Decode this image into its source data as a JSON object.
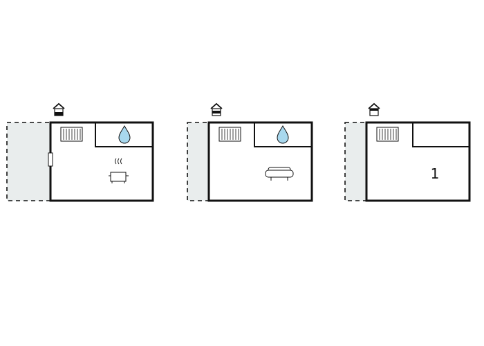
{
  "colors": {
    "wall": "#111111",
    "terrace": "#e9eded",
    "water": "#a8d8ee",
    "background": "#ffffff"
  },
  "floors": [
    {
      "id": "floor-1",
      "floor_icon": "house-floor-icon-ground",
      "icons": [
        "radiator-icon",
        "water-drop-icon",
        "cooking-pot-icon",
        "door-icon"
      ]
    },
    {
      "id": "floor-2",
      "floor_icon": "house-floor-icon-middle",
      "icons": [
        "radiator-icon",
        "water-drop-icon",
        "sofa-icon"
      ]
    },
    {
      "id": "floor-3",
      "floor_icon": "house-floor-icon-upper",
      "icons": [
        "radiator-icon"
      ],
      "room_label": "1"
    }
  ]
}
